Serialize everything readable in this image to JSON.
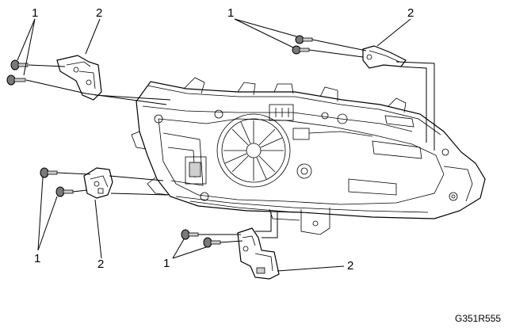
{
  "callouts": {
    "tl_bolts": "1",
    "tl_bracket": "2",
    "tr_bolts": "1",
    "tr_bracket": "2",
    "ml_bolts": "1",
    "ml_bracket": "2",
    "bc_bolts": "1",
    "bc_bracket": "2"
  },
  "figure_code": "G351R555"
}
